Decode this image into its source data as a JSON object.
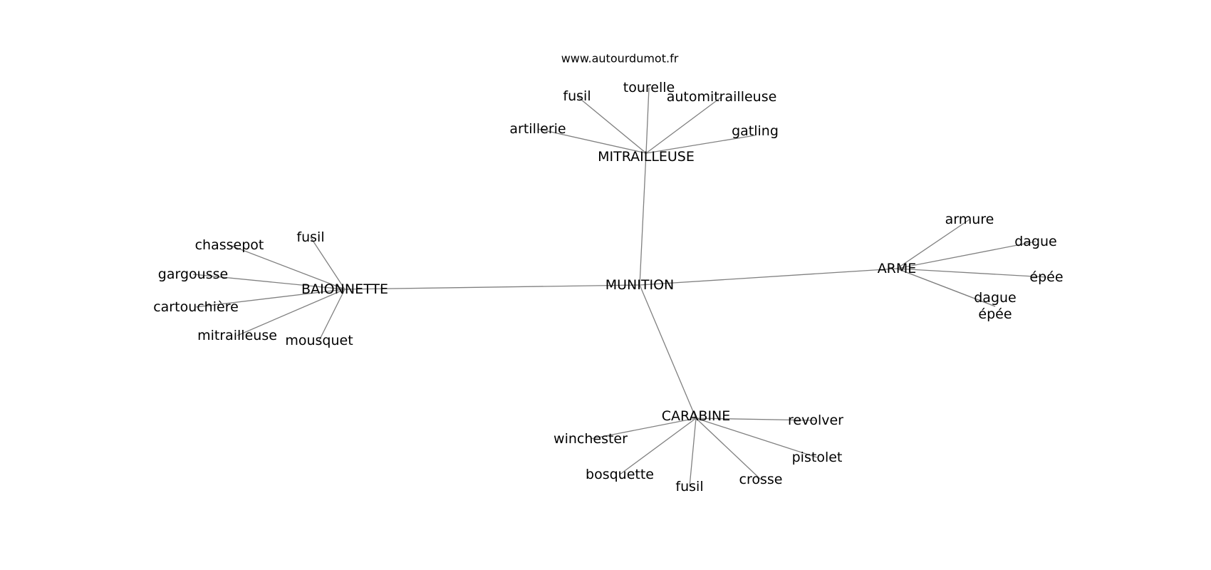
{
  "source": "www.autourdumot.fr",
  "graph": {
    "nodes": [
      {
        "id": "munition",
        "label": "MUNITION"
      },
      {
        "id": "mitrailleuse_hub",
        "label": "MITRAILLEUSE"
      },
      {
        "id": "baionnette",
        "label": "BAIONNETTE"
      },
      {
        "id": "arme",
        "label": "ARME"
      },
      {
        "id": "carabine",
        "label": "CARABINE"
      },
      {
        "id": "m_fusil",
        "label": "fusil"
      },
      {
        "id": "m_tourelle",
        "label": "tourelle"
      },
      {
        "id": "m_automitrailleuse",
        "label": "automitrailleuse"
      },
      {
        "id": "m_artillerie",
        "label": "artillerie"
      },
      {
        "id": "m_gatling",
        "label": "gatling"
      },
      {
        "id": "b_fusil",
        "label": "fusil"
      },
      {
        "id": "b_chassepot",
        "label": "chassepot"
      },
      {
        "id": "b_gargousse",
        "label": "gargousse"
      },
      {
        "id": "b_cartouchiere",
        "label": "cartouchière"
      },
      {
        "id": "b_mitrailleuse",
        "label": "mitrailleuse"
      },
      {
        "id": "b_mousquet",
        "label": "mousquet"
      },
      {
        "id": "a_armure",
        "label": "armure"
      },
      {
        "id": "a_dague",
        "label": "dague"
      },
      {
        "id": "a_epee",
        "label": "épée"
      },
      {
        "id": "a_dague2",
        "label": "dague"
      },
      {
        "id": "a_epee2",
        "label": "épée"
      },
      {
        "id": "c_revolver",
        "label": "revolver"
      },
      {
        "id": "c_winchester",
        "label": "winchester"
      },
      {
        "id": "c_pistolet",
        "label": "pistolet"
      },
      {
        "id": "c_bosquette",
        "label": "bosquette"
      },
      {
        "id": "c_fusil",
        "label": "fusil"
      },
      {
        "id": "c_crosse",
        "label": "crosse"
      }
    ],
    "edges": [
      {
        "from": "munition",
        "to": "mitrailleuse_hub"
      },
      {
        "from": "munition",
        "to": "baionnette"
      },
      {
        "from": "munition",
        "to": "arme"
      },
      {
        "from": "munition",
        "to": "carabine"
      },
      {
        "from": "mitrailleuse_hub",
        "to": "m_fusil"
      },
      {
        "from": "mitrailleuse_hub",
        "to": "m_tourelle"
      },
      {
        "from": "mitrailleuse_hub",
        "to": "m_automitrailleuse"
      },
      {
        "from": "mitrailleuse_hub",
        "to": "m_artillerie"
      },
      {
        "from": "mitrailleuse_hub",
        "to": "m_gatling"
      },
      {
        "from": "baionnette",
        "to": "b_fusil"
      },
      {
        "from": "baionnette",
        "to": "b_chassepot"
      },
      {
        "from": "baionnette",
        "to": "b_gargousse"
      },
      {
        "from": "baionnette",
        "to": "b_cartouchiere"
      },
      {
        "from": "baionnette",
        "to": "b_mitrailleuse"
      },
      {
        "from": "baionnette",
        "to": "b_mousquet"
      },
      {
        "from": "arme",
        "to": "a_armure"
      },
      {
        "from": "arme",
        "to": "a_dague"
      },
      {
        "from": "arme",
        "to": "a_epee"
      },
      {
        "from": "arme",
        "to": "a_dague2"
      },
      {
        "from": "arme",
        "to": "a_epee2"
      },
      {
        "from": "carabine",
        "to": "c_revolver"
      },
      {
        "from": "carabine",
        "to": "c_winchester"
      },
      {
        "from": "carabine",
        "to": "c_pistolet"
      },
      {
        "from": "carabine",
        "to": "c_bosquette"
      },
      {
        "from": "carabine",
        "to": "c_fusil"
      },
      {
        "from": "carabine",
        "to": "c_crosse"
      }
    ]
  },
  "colors": {
    "edge": "#808080",
    "text": "#000000",
    "background": "#ffffff"
  }
}
